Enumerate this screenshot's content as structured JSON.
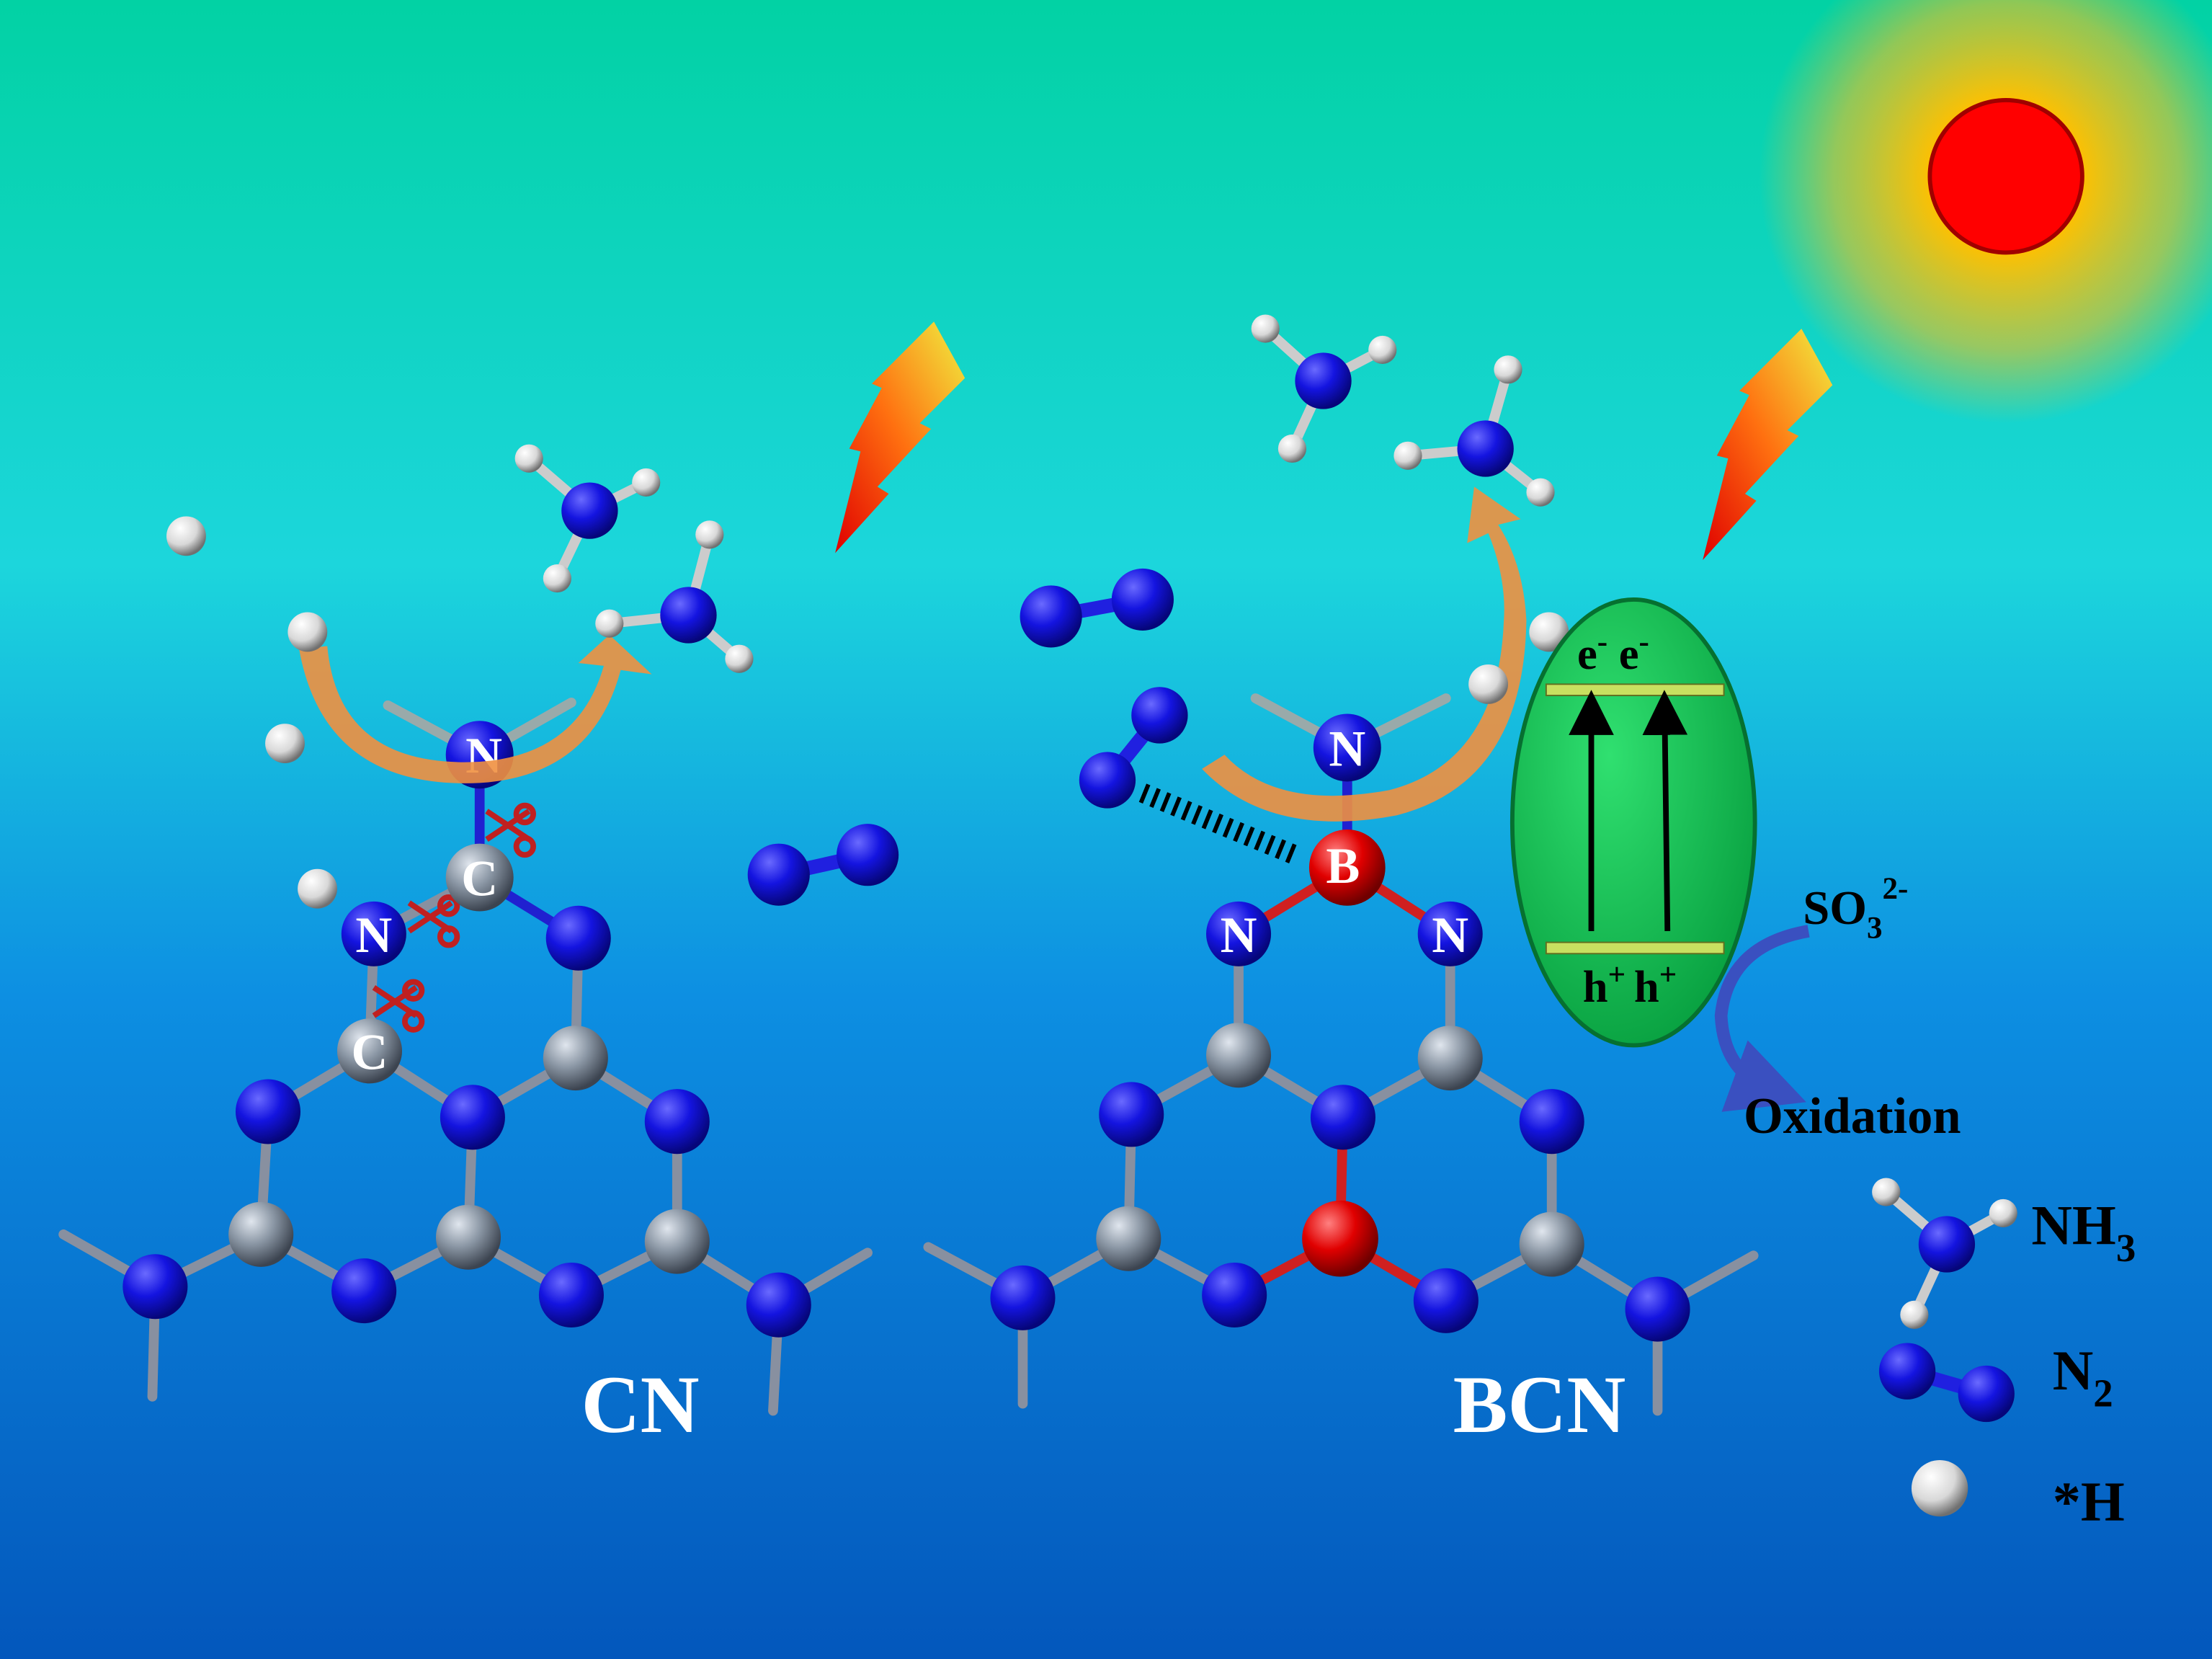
{
  "figure": {
    "cn_label": "CN",
    "bcn_label": "BCN",
    "cn_atoms": {
      "n_top": "N",
      "c_mid": "C",
      "n_left": "N",
      "c_low": "C"
    },
    "bcn_atoms": {
      "n_top": "N",
      "b": "B",
      "n_left": "N",
      "n_right": "N"
    },
    "photocatalyst": {
      "electron": "e",
      "electron_sup": "-",
      "hole": "h",
      "hole_sup": "+"
    },
    "sulfite": {
      "base": "SO",
      "sub": "3",
      "sup": "2-"
    },
    "oxidation": "Oxidation"
  },
  "legend": {
    "nh3": {
      "base": "NH",
      "sub": "3"
    },
    "n2": {
      "base": "N",
      "sub": "2"
    },
    "h": "*H"
  },
  "colors": {
    "nitrogen": "#1010e0",
    "carbon": "#8c96a0",
    "boron": "#e00000",
    "hydrogen": "#e8e8e8",
    "catalyst": "#10c050",
    "sun": "#ff0000"
  }
}
